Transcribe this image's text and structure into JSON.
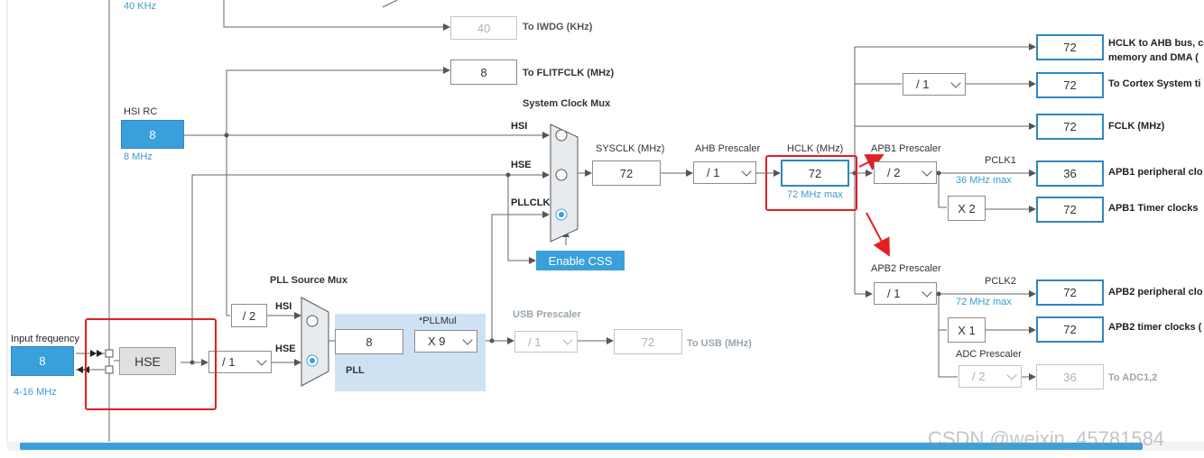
{
  "labels": {
    "hsi_rc_top_freq": "40 KHz",
    "to_iwdg": "To IWDG (KHz)",
    "to_flitfclk": "To FLITFCLK (MHz)",
    "system_clock_mux": "System Clock Mux",
    "hsi_rc": "HSI RC",
    "hsi_rc_freq": "8 MHz",
    "mux_hsi": "HSI",
    "mux_hse": "HSE",
    "mux_pllclk": "PLLCLK",
    "sysclk": "SYSCLK (MHz)",
    "ahb_prescaler": "AHB Prescaler",
    "hclk": "HCLK (MHz)",
    "hclk_max": "72 MHz max",
    "apb1_prescaler": "APB1 Prescaler",
    "pclk1": "PCLK1",
    "pclk1_max": "36 MHz max",
    "apb2_prescaler": "APB2 Prescaler",
    "pclk2": "PCLK2",
    "pclk2_max": "72 MHz max",
    "adc_prescaler": "ADC Prescaler",
    "pll_source_mux": "PLL Source Mux",
    "pll_src_hsi": "HSI",
    "pll_src_hse": "HSE",
    "pllmul": "*PLLMul",
    "pll": "PLL",
    "usb_prescaler": "USB Prescaler",
    "to_usb": "To USB (MHz)",
    "input_frequency": "Input frequency",
    "input_range": "4-16 MHz",
    "hclk_to_ahb": "HCLK to AHB bus, co",
    "hclk_to_ahb_2": "memory and DMA (",
    "to_cortex": "To Cortex System ti",
    "fclk": "FCLK (MHz)",
    "apb1_periph": "APB1 peripheral clo",
    "apb1_timer": "APB1 Timer clocks",
    "apb2_periph": "APB2 peripheral clo",
    "apb2_timer": "APB2 timer clocks (",
    "to_adc": "To ADC1,2"
  },
  "values": {
    "iwdg": "40",
    "flitfclk": "8",
    "hsi_rc": "8",
    "sysclk": "72",
    "hclk": "72",
    "pll_in": "8",
    "usb": "72",
    "input_freq": "8",
    "out_hclk_ahb": "72",
    "out_cortex": "72",
    "out_fclk": "72",
    "out_apb1_periph": "36",
    "out_apb1_timer": "72",
    "out_apb2_periph": "72",
    "out_apb2_timer": "72",
    "out_adc": "36"
  },
  "selects": {
    "ahb": "/ 1",
    "cortex": "/ 1",
    "apb1": "/ 2",
    "apb2": "/ 1",
    "adc": "/ 2",
    "pllmul": "X 9",
    "usb": "/ 1",
    "hse_div": "/ 1"
  },
  "static": {
    "hsi_div2": "/ 2",
    "apb1_timer_mul": "X 2",
    "apb2_timer_mul": "X 1"
  },
  "buttons": {
    "enable_css": "Enable CSS",
    "hse": "HSE"
  },
  "watermark": "CSDN @weixin_45781584",
  "colors": {
    "accent": "#3aa0dc",
    "highlight": "#e31e24",
    "pll_bg": "#cfe2f3"
  }
}
